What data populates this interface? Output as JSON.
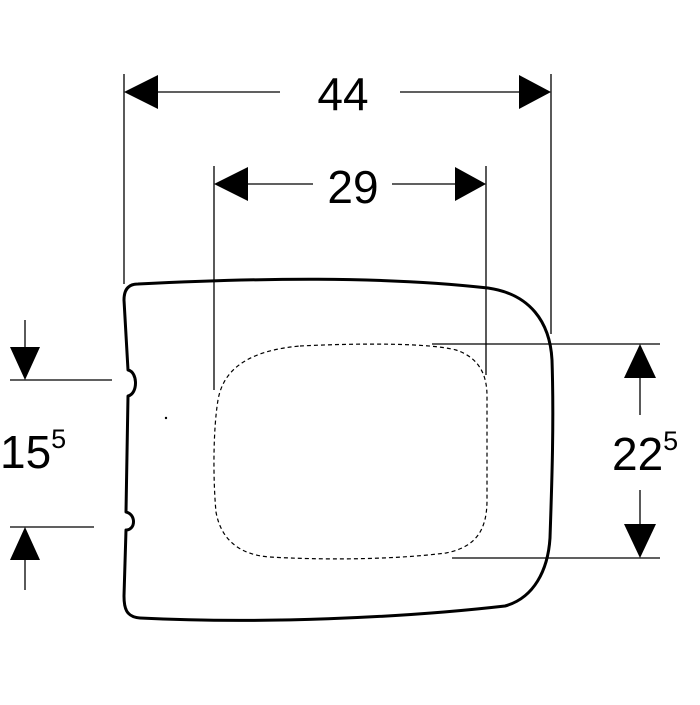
{
  "dimensions": {
    "outer_width": "44",
    "inner_width": "29",
    "hinge_spacing": {
      "main": "15",
      "sup": "5"
    },
    "inner_depth": {
      "main": "22",
      "sup": "5"
    }
  }
}
